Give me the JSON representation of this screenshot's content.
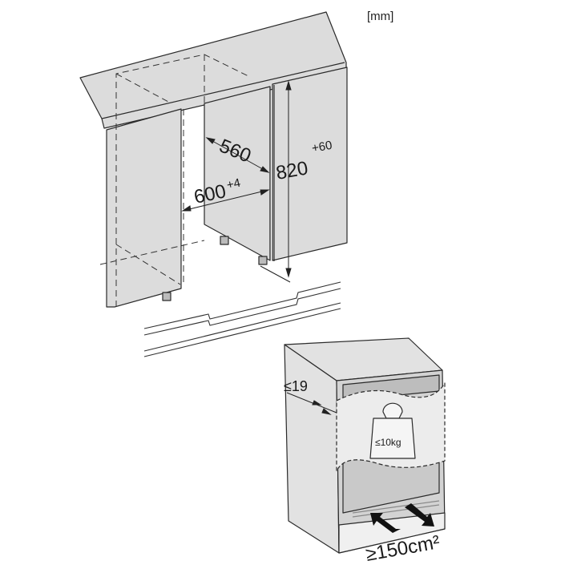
{
  "unit_label": "[mm]",
  "niche": {
    "depth": "560",
    "width": "600",
    "width_tolerance": "+4",
    "height": "820",
    "height_tolerance": "+60"
  },
  "appliance": {
    "max_door_gap": "≤19",
    "max_door_load": "≤10kg",
    "ventilation_area": "≥150cm²"
  },
  "colors": {
    "panel": "#dcdcdc",
    "line": "#2a2a2a",
    "dark_panel": "#c9c9c9"
  }
}
